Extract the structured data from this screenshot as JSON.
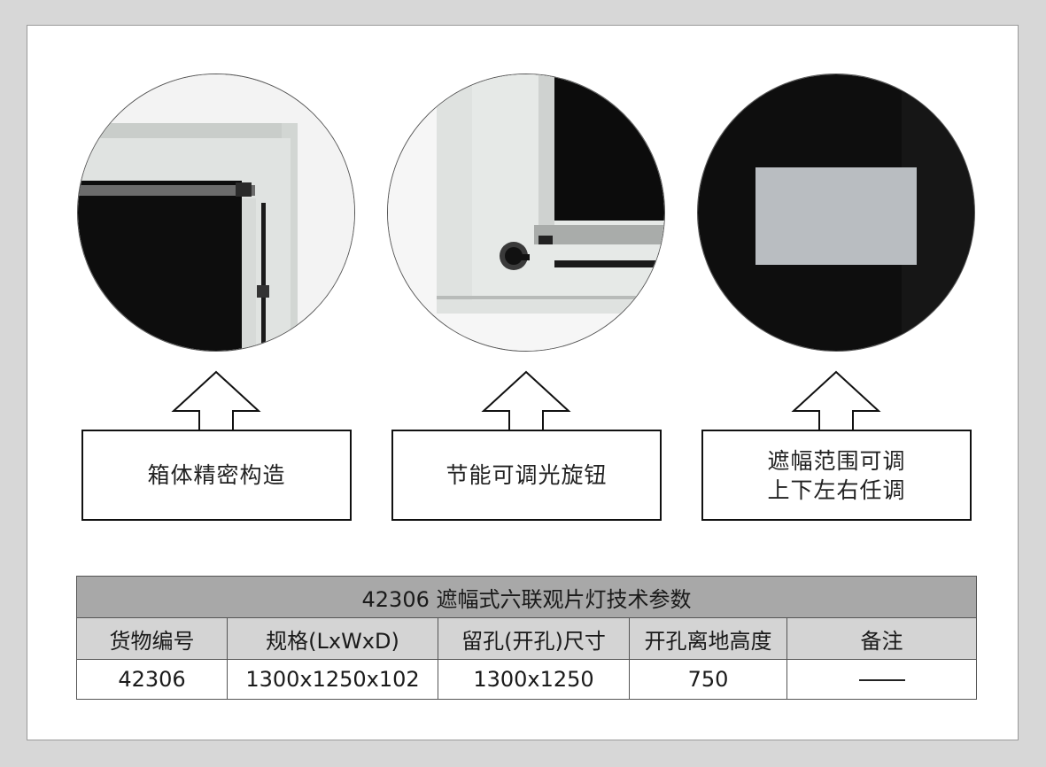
{
  "features": [
    {
      "label_lines": [
        "箱体精密构造"
      ]
    },
    {
      "label_lines": [
        "节能可调光旋钮"
      ]
    },
    {
      "label_lines": [
        "遮幅范围可调",
        "上下左右任调"
      ]
    }
  ],
  "spec_table": {
    "title": "42306 遮幅式六联观片灯技术参数",
    "headers": [
      "货物编号",
      "规格(LxWxD)",
      "留孔(开孔)尺寸",
      "开孔离地高度",
      "备注"
    ],
    "row": [
      "42306",
      "1300x1250x102",
      "1300x1250",
      "750",
      ""
    ]
  }
}
